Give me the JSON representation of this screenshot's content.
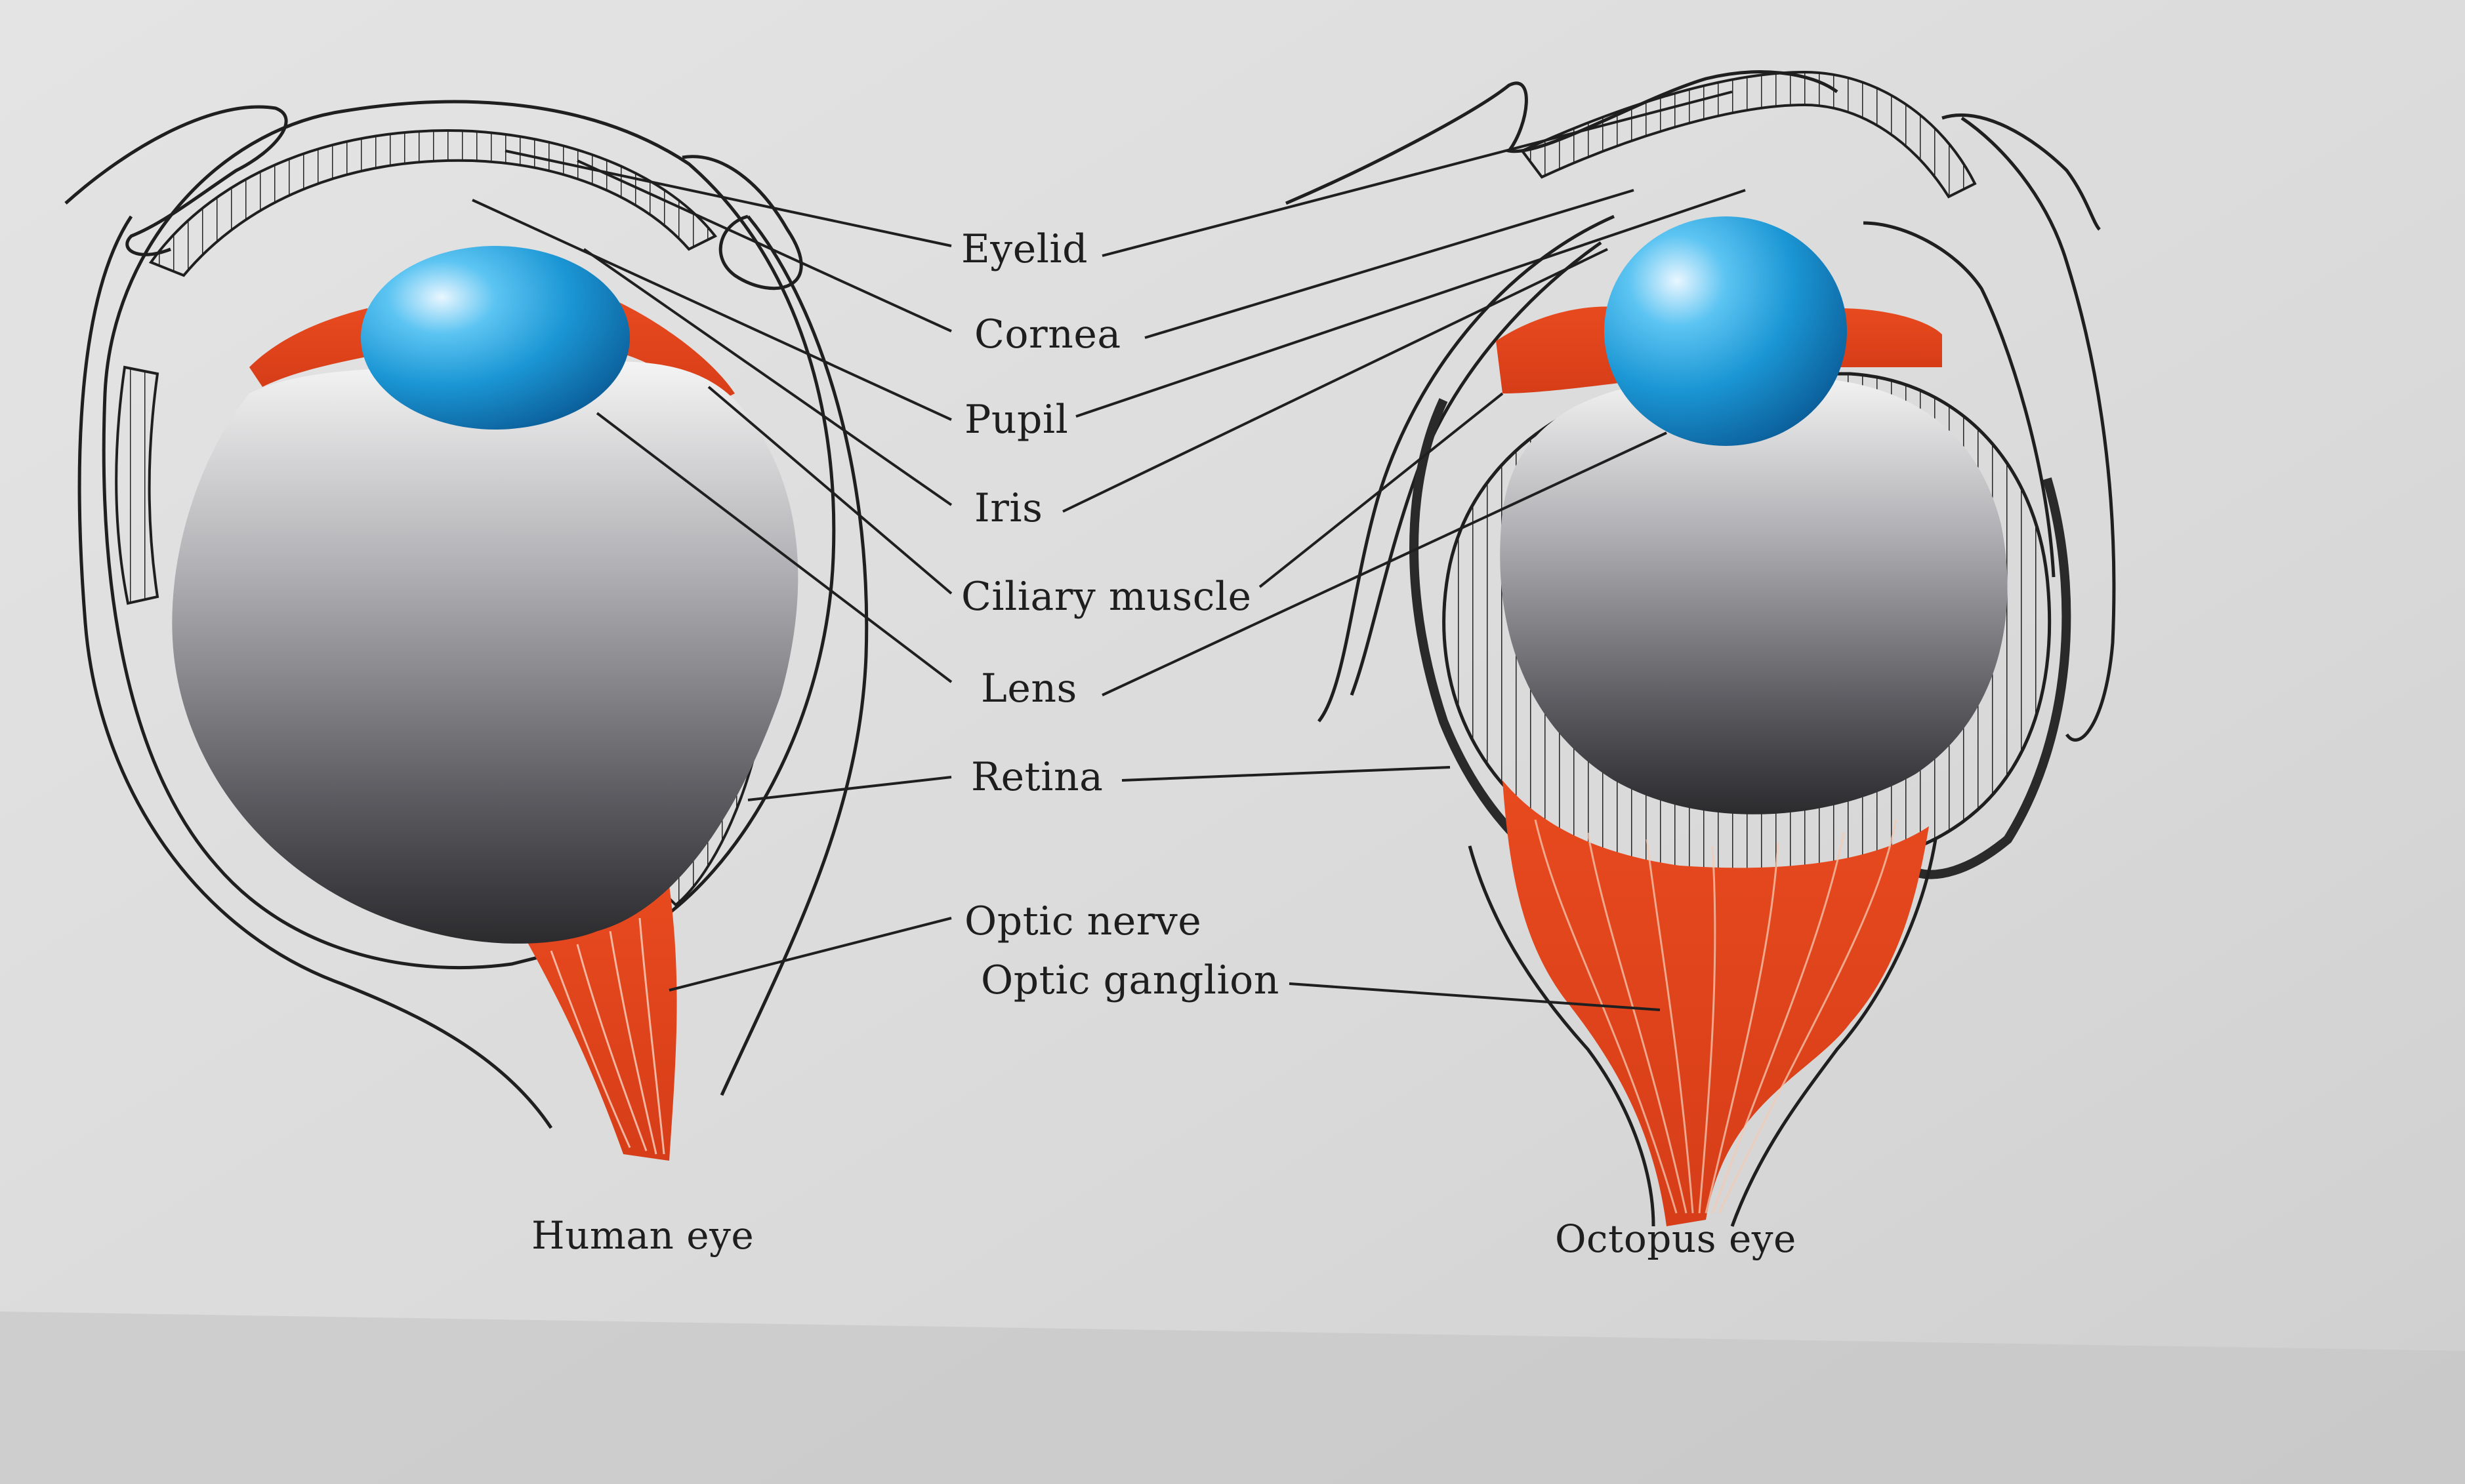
{
  "labels": {
    "eyelid": "Eyelid",
    "cornea": "Cornea",
    "pupil": "Pupil",
    "iris": "Iris",
    "ciliary_muscle": "Ciliary muscle",
    "lens": "Lens",
    "retina": "Retina",
    "optic_nerve": "Optic nerve",
    "optic_ganglion": "Optic ganglion"
  },
  "captions": {
    "human": "Human eye",
    "octopus": "Octopus eye"
  },
  "colors": {
    "background": "#dcdcdc",
    "outline": "#1f1f1f",
    "iris_blue": "#1e9ad6",
    "muscle_red": "#e0451f",
    "globe_gray": "#6a6a6e"
  }
}
